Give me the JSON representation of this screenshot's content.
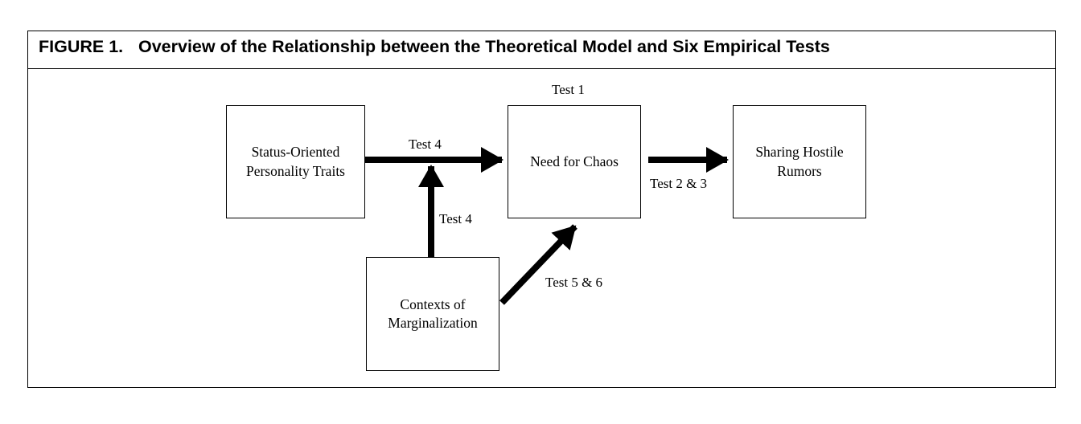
{
  "figure": {
    "label": "FIGURE 1.",
    "title": "Overview of the Relationship between the Theoretical Model and Six Empirical Tests"
  },
  "nodes": {
    "status_traits": "Status-Oriented\nPersonality Traits",
    "need_for_chaos": "Need for Chaos",
    "sharing_rumors": "Sharing Hostile\nRumors",
    "marginalization": "Contexts of\nMarginalization"
  },
  "labels": {
    "test1": "Test 1",
    "test4_horizontal": "Test 4",
    "test4_vertical": "Test 4",
    "test23": "Test 2 & 3",
    "test56": "Test 5 & 6"
  }
}
